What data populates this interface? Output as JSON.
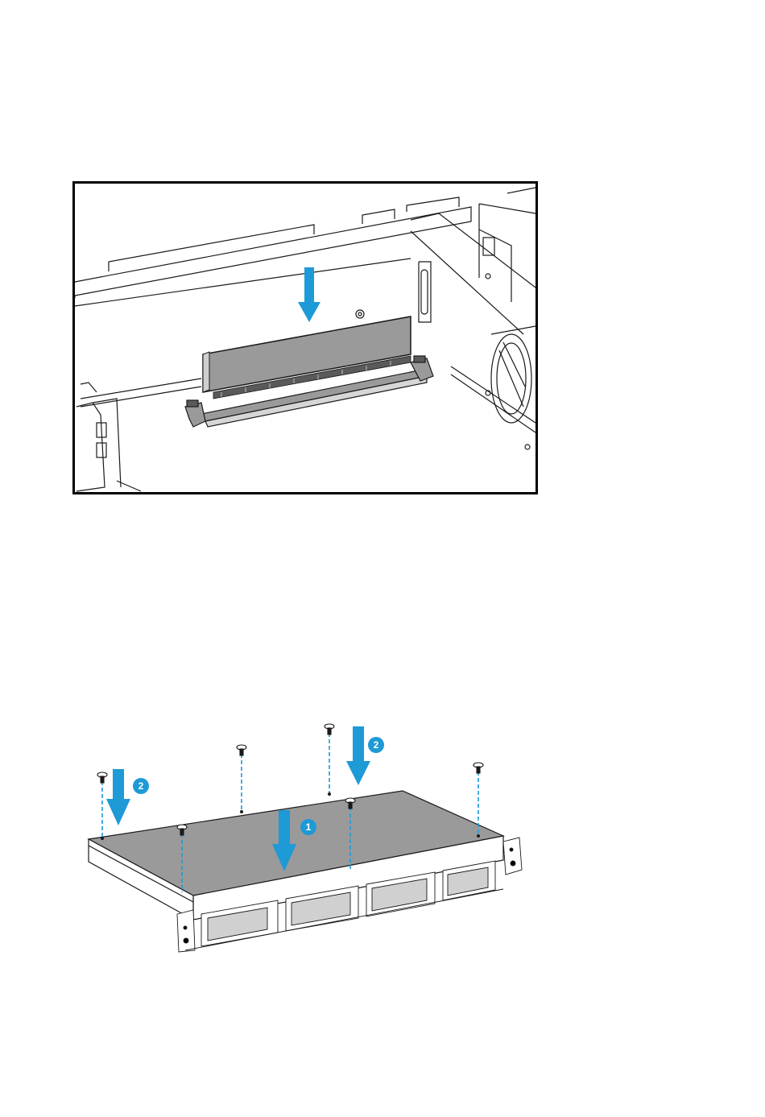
{
  "colors": {
    "accent": "#1e9ad6",
    "outline": "#1a1a1a",
    "panel_fill": "#9a9a9a",
    "frame": "#000000",
    "background": "#ffffff"
  },
  "figures": [
    {
      "id": "memory-install",
      "icons": [
        "down-arrow-icon"
      ]
    },
    {
      "id": "cover-install",
      "steps": [
        {
          "number": "1"
        },
        {
          "number": "2"
        },
        {
          "number": "2"
        }
      ],
      "icons": [
        "screw-icon",
        "down-arrow-icon",
        "step-badge-icon"
      ]
    }
  ]
}
